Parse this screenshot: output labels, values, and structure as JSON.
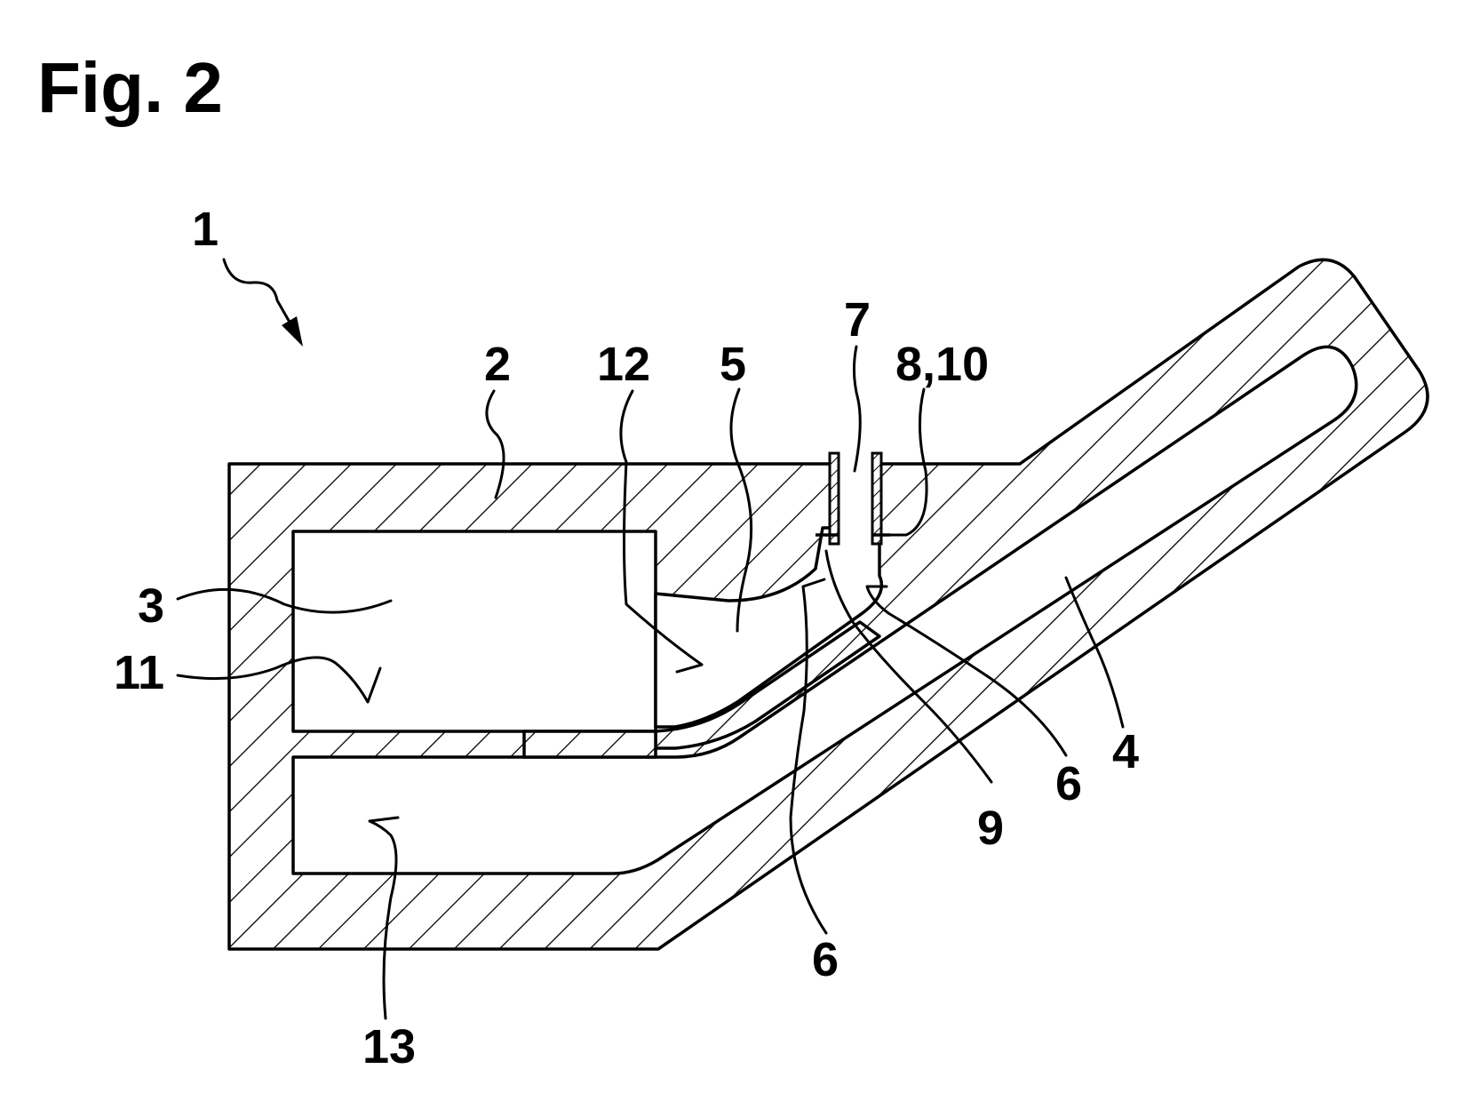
{
  "figure": {
    "title": "Fig. 2",
    "labels": {
      "ref_1": "1",
      "ref_2": "2",
      "ref_3": "3",
      "ref_4": "4",
      "ref_5": "5",
      "ref_6_right": "6",
      "ref_6_bottom": "6",
      "ref_7": "7",
      "ref_8_10": "8,10",
      "ref_9": "9",
      "ref_11": "11",
      "ref_12": "12",
      "ref_13": "13"
    }
  }
}
